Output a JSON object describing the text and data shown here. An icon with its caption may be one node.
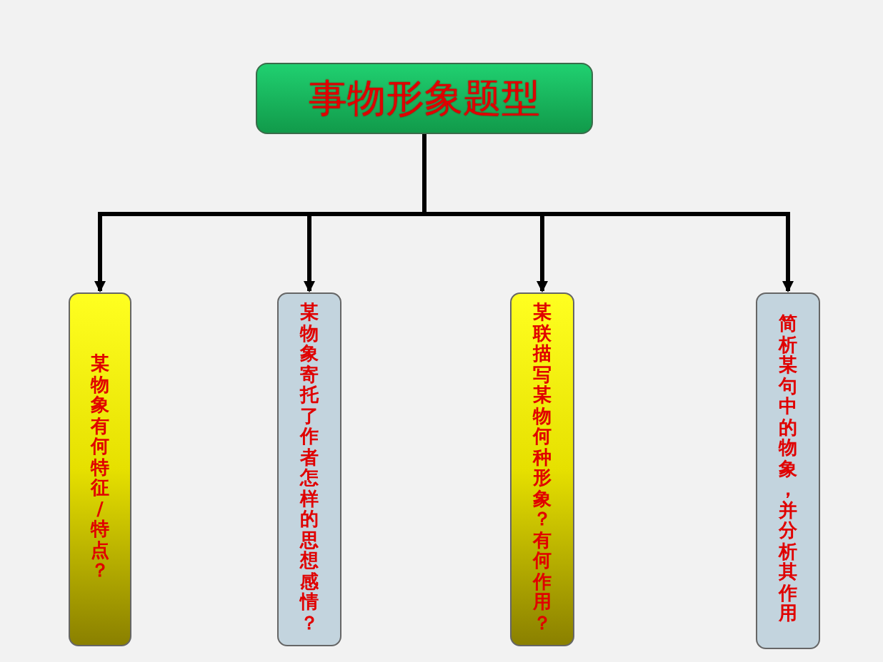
{
  "diagram": {
    "nodes": [
      {
        "text": [
          "事物形象题型"
        ]
      },
      {
        "text": [
          "某物象有何特征/特点？"
        ]
      },
      {
        "text": [
          "某物象寄托了作者怎样的思想感情？"
        ]
      },
      {
        "text": [
          "某联描写某物何种形象？有何作用？"
        ]
      },
      {
        "text": [
          "简析某句中的物象，并分析其作用"
        ]
      }
    ],
    "edges": [
      {
        "from": 0,
        "to": 1,
        "arrow": "to"
      },
      {
        "from": 0,
        "to": 2,
        "arrow": "to"
      },
      {
        "from": 0,
        "to": 3,
        "arrow": "to"
      },
      {
        "from": 0,
        "to": 4,
        "arrow": "to"
      }
    ]
  }
}
